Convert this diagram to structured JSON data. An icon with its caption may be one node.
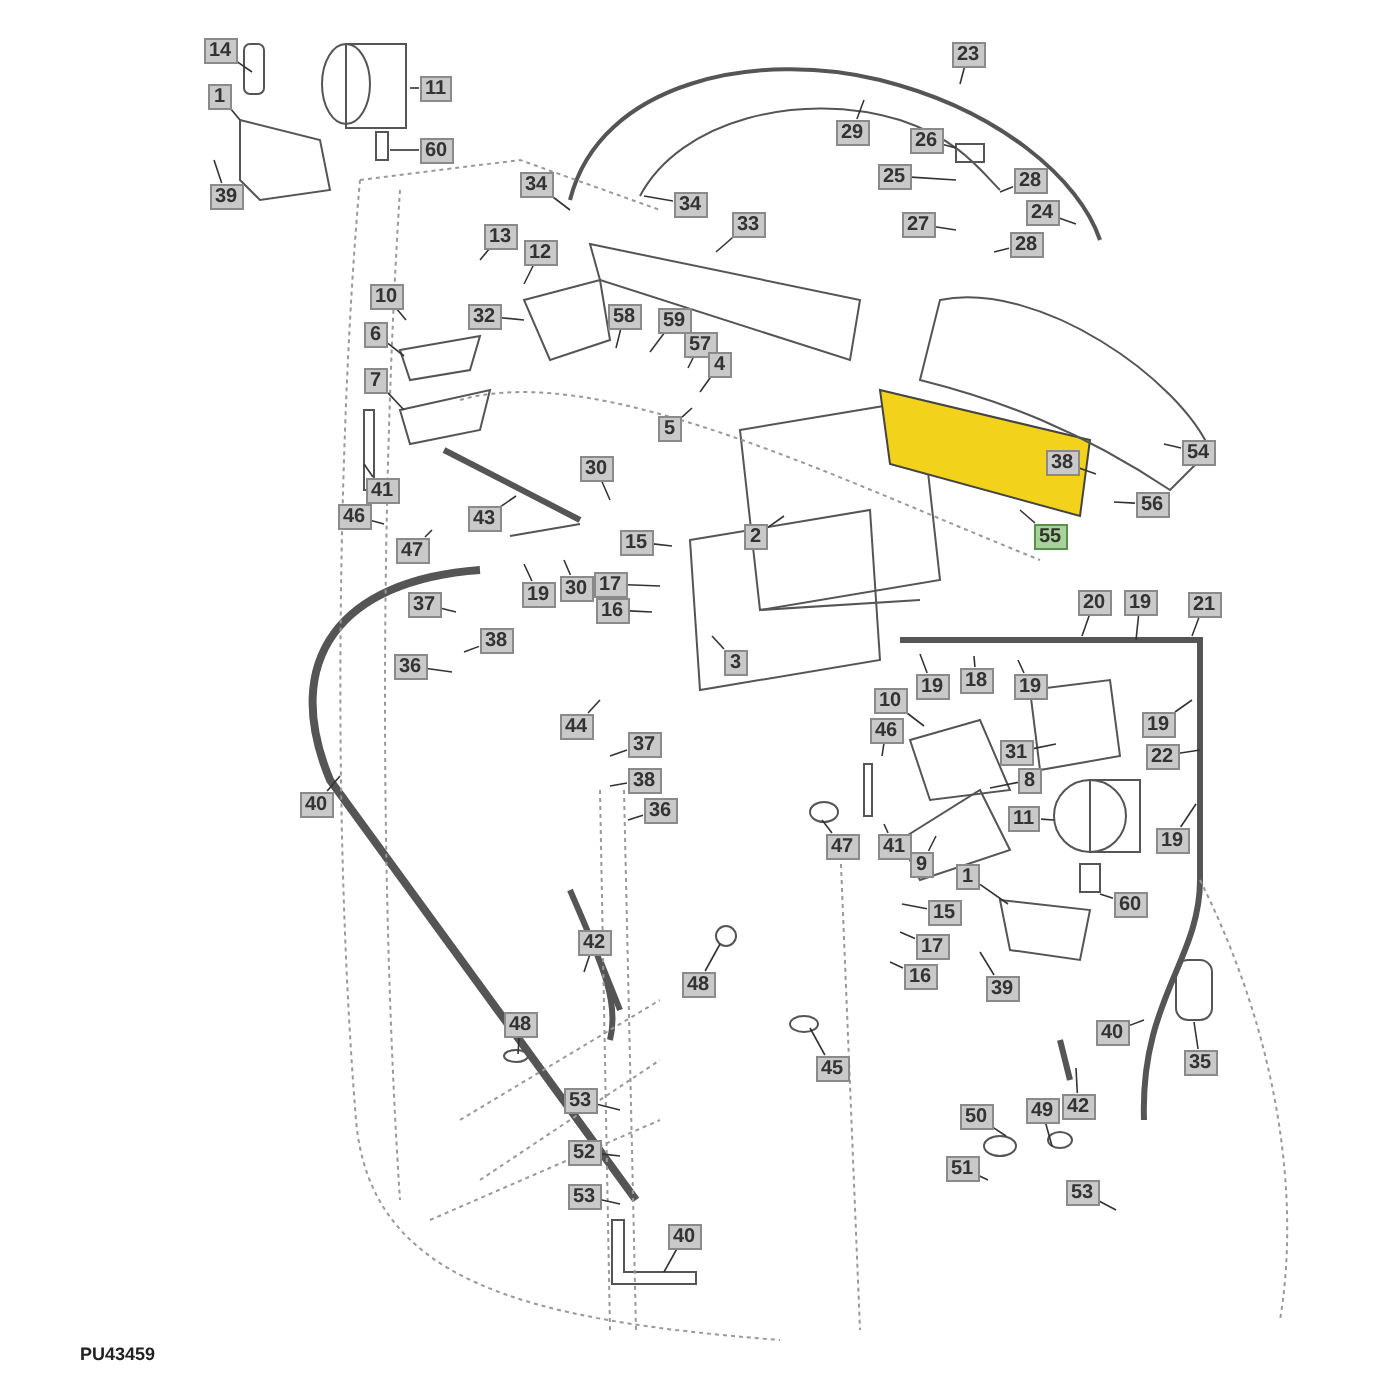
{
  "diagram": {
    "nodes": [
      {
        "text": [
          "14"
        ]
      },
      {
        "text": [
          "11"
        ]
      },
      {
        "text": [
          "1"
        ]
      },
      {
        "text": [
          "60"
        ]
      },
      {
        "text": [
          "39"
        ]
      },
      {
        "text": [
          "34"
        ]
      },
      {
        "text": [
          "34"
        ]
      },
      {
        "text": [
          "13"
        ]
      },
      {
        "text": [
          "12"
        ]
      },
      {
        "text": [
          "33"
        ]
      },
      {
        "text": [
          "10"
        ]
      },
      {
        "text": [
          "32"
        ]
      },
      {
        "text": [
          "58"
        ]
      },
      {
        "text": [
          "59"
        ]
      },
      {
        "text": [
          "6"
        ]
      },
      {
        "text": [
          "57"
        ]
      },
      {
        "text": [
          "4"
        ]
      },
      {
        "text": [
          "7"
        ]
      },
      {
        "text": [
          "5"
        ]
      },
      {
        "text": [
          "30"
        ]
      },
      {
        "text": [
          "41"
        ]
      },
      {
        "text": [
          "46"
        ]
      },
      {
        "text": [
          "43"
        ]
      },
      {
        "text": [
          "47"
        ]
      },
      {
        "text": [
          "15"
        ]
      },
      {
        "text": [
          "2"
        ]
      },
      {
        "text": [
          "19"
        ]
      },
      {
        "text": [
          "30"
        ]
      },
      {
        "text": [
          "17"
        ]
      },
      {
        "text": [
          "16"
        ]
      },
      {
        "text": [
          "37"
        ]
      },
      {
        "text": [
          "38"
        ]
      },
      {
        "text": [
          "36"
        ]
      },
      {
        "text": [
          "3"
        ]
      },
      {
        "text": [
          "44"
        ]
      },
      {
        "text": [
          "37"
        ]
      },
      {
        "text": [
          "38"
        ]
      },
      {
        "text": [
          "36"
        ]
      },
      {
        "text": [
          "40"
        ]
      },
      {
        "text": [
          "23"
        ]
      },
      {
        "text": [
          "29"
        ]
      },
      {
        "text": [
          "26"
        ]
      },
      {
        "text": [
          "25"
        ]
      },
      {
        "text": [
          "28"
        ]
      },
      {
        "text": [
          "27"
        ]
      },
      {
        "text": [
          "24"
        ]
      },
      {
        "text": [
          "28"
        ]
      },
      {
        "text": [
          "54"
        ]
      },
      {
        "text": [
          "38"
        ]
      },
      {
        "text": [
          "56"
        ]
      },
      {
        "text": [
          "55"
        ]
      },
      {
        "text": [
          "20"
        ]
      },
      {
        "text": [
          "19"
        ]
      },
      {
        "text": [
          "21"
        ]
      },
      {
        "text": [
          "19"
        ]
      },
      {
        "text": [
          "18"
        ]
      },
      {
        "text": [
          "19"
        ]
      },
      {
        "text": [
          "10"
        ]
      },
      {
        "text": [
          "46"
        ]
      },
      {
        "text": [
          "31"
        ]
      },
      {
        "text": [
          "19"
        ]
      },
      {
        "text": [
          "22"
        ]
      },
      {
        "text": [
          "8"
        ]
      },
      {
        "text": [
          "11"
        ]
      },
      {
        "text": [
          "47"
        ]
      },
      {
        "text": [
          "41"
        ]
      },
      {
        "text": [
          "19"
        ]
      },
      {
        "text": [
          "9"
        ]
      },
      {
        "text": [
          "1"
        ]
      },
      {
        "text": [
          "60"
        ]
      },
      {
        "text": [
          "15"
        ]
      },
      {
        "text": [
          "17"
        ]
      },
      {
        "text": [
          "16"
        ]
      },
      {
        "text": [
          "39"
        ]
      },
      {
        "text": [
          "48"
        ]
      },
      {
        "text": [
          "42"
        ]
      },
      {
        "text": [
          "48"
        ]
      },
      {
        "text": [
          "45"
        ]
      },
      {
        "text": [
          "40"
        ]
      },
      {
        "text": [
          "35"
        ]
      },
      {
        "text": [
          "42"
        ]
      },
      {
        "text": [
          "49"
        ]
      },
      {
        "text": [
          "50"
        ]
      },
      {
        "text": [
          "51"
        ]
      },
      {
        "text": [
          "53"
        ]
      },
      {
        "text": [
          "52"
        ]
      },
      {
        "text": [
          "53"
        ]
      },
      {
        "text": [
          "40"
        ]
      },
      {
        "text": [
          "53"
        ]
      }
    ],
    "edges": [
      {
        "from": 0,
        "to": null,
        "arrow": "none"
      },
      {
        "from": 1,
        "to": null,
        "arrow": "none"
      },
      {
        "from": 2,
        "to": null,
        "arrow": "none"
      },
      {
        "from": 3,
        "to": null,
        "arrow": "none"
      },
      {
        "from": 4,
        "to": null,
        "arrow": "none"
      },
      {
        "from": 5,
        "to": null,
        "arrow": "none"
      },
      {
        "from": 6,
        "to": null,
        "arrow": "none"
      },
      {
        "from": 7,
        "to": null,
        "arrow": "none"
      },
      {
        "from": 8,
        "to": null,
        "arrow": "none"
      },
      {
        "from": 9,
        "to": null,
        "arrow": "none"
      },
      {
        "from": 10,
        "to": null,
        "arrow": "none"
      },
      {
        "from": 11,
        "to": null,
        "arrow": "none"
      },
      {
        "from": 12,
        "to": null,
        "arrow": "none"
      },
      {
        "from": 13,
        "to": null,
        "arrow": "none"
      },
      {
        "from": 14,
        "to": null,
        "arrow": "none"
      },
      {
        "from": 15,
        "to": null,
        "arrow": "none"
      },
      {
        "from": 16,
        "to": null,
        "arrow": "none"
      },
      {
        "from": 17,
        "to": null,
        "arrow": "none"
      },
      {
        "from": 18,
        "to": null,
        "arrow": "none"
      },
      {
        "from": 19,
        "to": null,
        "arrow": "none"
      },
      {
        "from": 20,
        "to": null,
        "arrow": "none"
      },
      {
        "from": 21,
        "to": null,
        "arrow": "none"
      },
      {
        "from": 22,
        "to": null,
        "arrow": "none"
      },
      {
        "from": 23,
        "to": null,
        "arrow": "none"
      },
      {
        "from": 24,
        "to": null,
        "arrow": "none"
      },
      {
        "from": 25,
        "to": null,
        "arrow": "none"
      },
      {
        "from": 26,
        "to": null,
        "arrow": "none"
      },
      {
        "from": 27,
        "to": null,
        "arrow": "none"
      },
      {
        "from": 28,
        "to": null,
        "arrow": "none"
      },
      {
        "from": 29,
        "to": null,
        "arrow": "none"
      },
      {
        "from": 30,
        "to": null,
        "arrow": "none"
      },
      {
        "from": 31,
        "to": null,
        "arrow": "none"
      },
      {
        "from": 32,
        "to": null,
        "arrow": "none"
      },
      {
        "from": 33,
        "to": null,
        "arrow": "none"
      },
      {
        "from": 34,
        "to": null,
        "arrow": "none"
      },
      {
        "from": 35,
        "to": null,
        "arrow": "none"
      },
      {
        "from": 36,
        "to": null,
        "arrow": "none"
      },
      {
        "from": 37,
        "to": null,
        "arrow": "none"
      },
      {
        "from": 38,
        "to": null,
        "arrow": "none"
      },
      {
        "from": 39,
        "to": null,
        "arrow": "none"
      },
      {
        "from": 40,
        "to": null,
        "arrow": "none"
      },
      {
        "from": 41,
        "to": null,
        "arrow": "none"
      },
      {
        "from": 42,
        "to": null,
        "arrow": "none"
      },
      {
        "from": 43,
        "to": null,
        "arrow": "none"
      },
      {
        "from": 44,
        "to": null,
        "arrow": "none"
      },
      {
        "from": 45,
        "to": null,
        "arrow": "none"
      },
      {
        "from": 46,
        "to": null,
        "arrow": "none"
      },
      {
        "from": 47,
        "to": null,
        "arrow": "none"
      },
      {
        "from": 48,
        "to": null,
        "arrow": "none"
      },
      {
        "from": 49,
        "to": null,
        "arrow": "none"
      },
      {
        "from": 50,
        "to": null,
        "arrow": "none"
      },
      {
        "from": 51,
        "to": null,
        "arrow": "none"
      },
      {
        "from": 52,
        "to": null,
        "arrow": "none"
      },
      {
        "from": 53,
        "to": null,
        "arrow": "none"
      },
      {
        "from": 54,
        "to": null,
        "arrow": "none"
      },
      {
        "from": 55,
        "to": null,
        "arrow": "none"
      },
      {
        "from": 56,
        "to": null,
        "arrow": "none"
      },
      {
        "from": 57,
        "to": null,
        "arrow": "none"
      },
      {
        "from": 58,
        "to": null,
        "arrow": "none"
      },
      {
        "from": 59,
        "to": null,
        "arrow": "none"
      },
      {
        "from": 60,
        "to": null,
        "arrow": "none"
      },
      {
        "from": 61,
        "to": null,
        "arrow": "none"
      },
      {
        "from": 62,
        "to": null,
        "arrow": "none"
      },
      {
        "from": 63,
        "to": null,
        "arrow": "none"
      },
      {
        "from": 64,
        "to": null,
        "arrow": "none"
      },
      {
        "from": 65,
        "to": null,
        "arrow": "none"
      },
      {
        "from": 66,
        "to": null,
        "arrow": "none"
      },
      {
        "from": 67,
        "to": null,
        "arrow": "none"
      },
      {
        "from": 68,
        "to": null,
        "arrow": "none"
      },
      {
        "from": 69,
        "to": null,
        "arrow": "none"
      },
      {
        "from": 70,
        "to": null,
        "arrow": "none"
      },
      {
        "from": 71,
        "to": null,
        "arrow": "none"
      },
      {
        "from": 72,
        "to": null,
        "arrow": "none"
      },
      {
        "from": 73,
        "to": null,
        "arrow": "none"
      },
      {
        "from": 74,
        "to": null,
        "arrow": "none"
      },
      {
        "from": 75,
        "to": null,
        "arrow": "none"
      },
      {
        "from": 76,
        "to": null,
        "arrow": "none"
      },
      {
        "from": 77,
        "to": null,
        "arrow": "none"
      },
      {
        "from": 78,
        "to": null,
        "arrow": "none"
      },
      {
        "from": 79,
        "to": null,
        "arrow": "none"
      },
      {
        "from": 80,
        "to": null,
        "arrow": "none"
      },
      {
        "from": 81,
        "to": null,
        "arrow": "none"
      },
      {
        "from": 82,
        "to": null,
        "arrow": "none"
      },
      {
        "from": 83,
        "to": null,
        "arrow": "none"
      },
      {
        "from": 84,
        "to": null,
        "arrow": "none"
      },
      {
        "from": 85,
        "to": null,
        "arrow": "none"
      },
      {
        "from": 86,
        "to": null,
        "arrow": "none"
      },
      {
        "from": 87,
        "to": null,
        "arrow": "none"
      },
      {
        "from": 88,
        "to": null,
        "arrow": "none"
      }
    ],
    "labels": [
      "PU43459"
    ]
  }
}
